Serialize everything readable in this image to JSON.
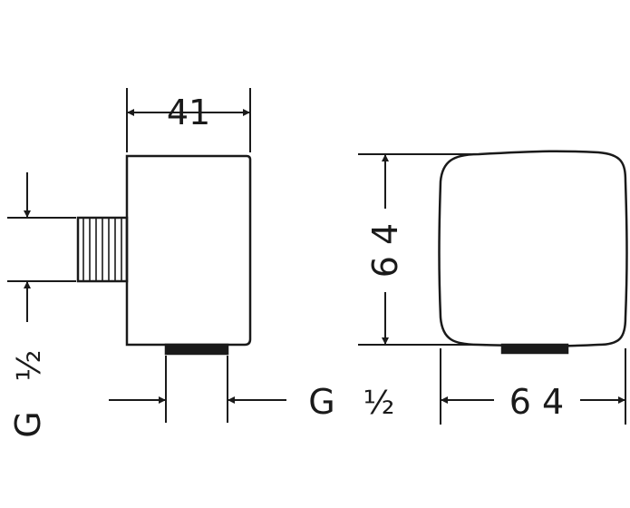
{
  "diagram": {
    "side_view": {
      "width_label": "41",
      "thread_label_vertical_g": "G",
      "thread_label_vertical_frac": "½",
      "bottom_thread_label_g": "G",
      "bottom_thread_label_frac": "½"
    },
    "front_view": {
      "height_label": "6 4",
      "width_label": "6 4"
    }
  },
  "colors": {
    "line": "#1a1a1a",
    "background": "#ffffff"
  }
}
